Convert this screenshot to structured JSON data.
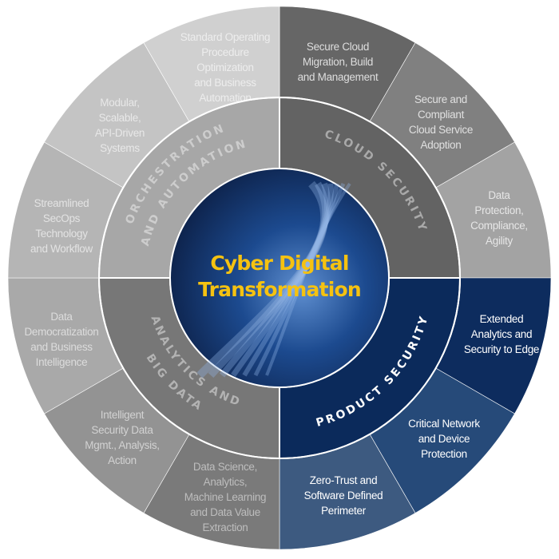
{
  "title": {
    "lines": [
      "Cyber Digital",
      "Transformation"
    ],
    "color": "#f5c211"
  },
  "center_colors": {
    "dark": "#0c1f45",
    "mid": "#1c4a8f",
    "light": "#5f8fd0"
  },
  "quadrants": [
    {
      "id": "cloud-security",
      "lines": [
        "CLOUD SECURITY"
      ],
      "fill": "#636363",
      "text_color": "#a9a9a9"
    },
    {
      "id": "product-security",
      "lines": [
        "PRODUCT SECURITY"
      ],
      "fill": "#0b2a5b",
      "text_color": "#ffffff"
    },
    {
      "id": "analytics-and-big-data",
      "lines": [
        "ANALYTICS AND",
        "BIG DATA"
      ],
      "fill": "#777777",
      "text_color": "#b3b3b3"
    },
    {
      "id": "orchestration-and-automation",
      "lines": [
        "ORCHESTRATION",
        "AND AUTOMATION"
      ],
      "fill": "#a7a7a7",
      "text_color": "#cdcdcd"
    }
  ],
  "segments": [
    {
      "lines": [
        "Secure Cloud",
        "Migration, Build",
        "and Management"
      ],
      "fill": "#666666",
      "text_color": "#dedede"
    },
    {
      "lines": [
        "Secure and",
        "Compliant",
        "Cloud Service",
        "Adoption"
      ],
      "fill": "#808080",
      "text_color": "#e0e0e0"
    },
    {
      "lines": [
        "Data",
        "Protection,",
        "Compliance,",
        "Agility"
      ],
      "fill": "#a3a3a3",
      "text_color": "#e6e6e6"
    },
    {
      "lines": [
        "Extended",
        "Analytics and",
        "Security to Edge"
      ],
      "fill": "#0d2c5e",
      "text_color": "#ffffff"
    },
    {
      "lines": [
        "Critical Network",
        "and Device",
        "Protection"
      ],
      "fill": "#264a79",
      "text_color": "#ffffff"
    },
    {
      "lines": [
        "Zero-Trust and",
        "Software Defined",
        "Perimeter"
      ],
      "fill": "#3d5a80",
      "text_color": "#ffffff"
    },
    {
      "lines": [
        "Data Science,",
        "Analytics,",
        "Machine Learning",
        "and Data Value",
        "Extraction"
      ],
      "fill": "#7a7a7a",
      "text_color": "#bdbdbd"
    },
    {
      "lines": [
        "Intelligent",
        "Security Data",
        "Mgmt., Analysis,",
        "Action"
      ],
      "fill": "#939393",
      "text_color": "#d2d2d2"
    },
    {
      "lines": [
        "Data",
        "Democratization",
        "and Business",
        "Intelligence"
      ],
      "fill": "#a9a9a9",
      "text_color": "#dcdcdc"
    },
    {
      "lines": [
        "Streamlined",
        "SecOps",
        "Technology",
        "and Workflow"
      ],
      "fill": "#b5b5b5",
      "text_color": "#e3e3e3"
    },
    {
      "lines": [
        "Modular,",
        "Scalable,",
        "API-Driven",
        "Systems"
      ],
      "fill": "#c4c4c4",
      "text_color": "#e8e8e8"
    },
    {
      "lines": [
        "Standard Operating",
        "Procedure",
        "Optimization",
        "and Business",
        "Automation"
      ],
      "fill": "#d0d0d0",
      "text_color": "#ededed"
    }
  ]
}
